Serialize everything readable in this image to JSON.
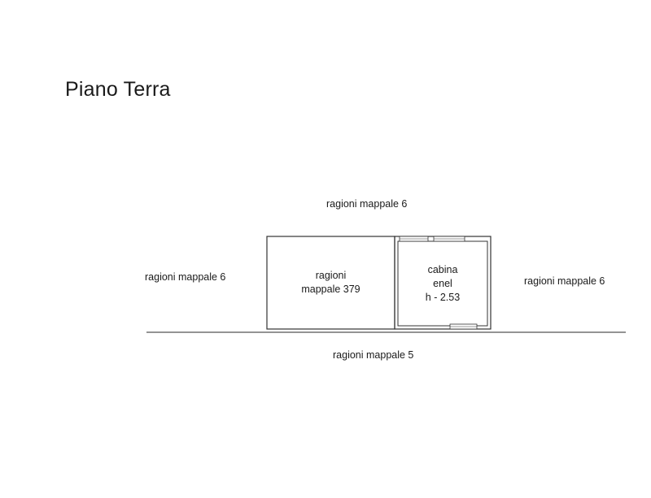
{
  "title": "Piano Terra",
  "labels": {
    "top": "ragioni mappale 6",
    "left": "ragioni mappale 6",
    "right": "ragioni mappale 6",
    "bottom": "ragioni mappale 5"
  },
  "rooms": {
    "left_room": {
      "line1": "ragioni",
      "line2": "mappale 379"
    },
    "cabina": {
      "line1": "cabina",
      "line2": "enel",
      "line3": "h - 2.53"
    }
  }
}
